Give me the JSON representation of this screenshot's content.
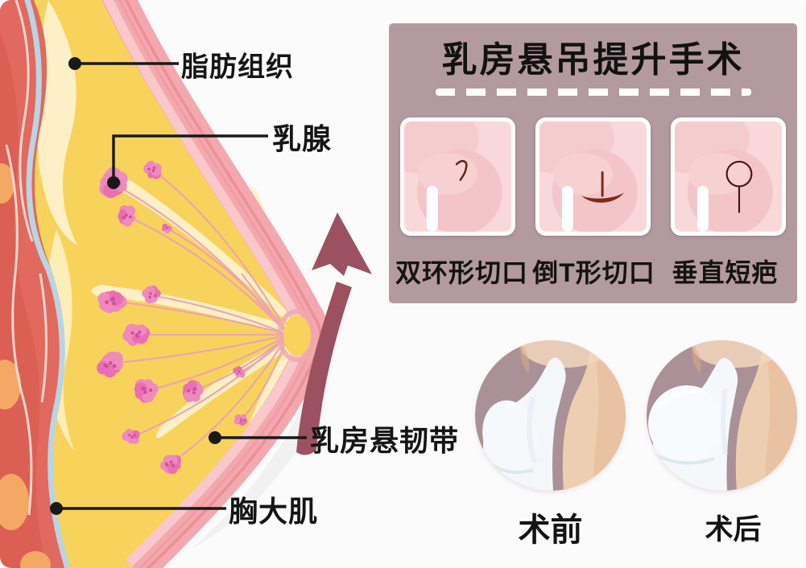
{
  "anatomy": {
    "fat_label": "脂肪组织",
    "gland_label": "乳腺",
    "ligament_label": "乳房悬韧带",
    "muscle_label": "胸大肌"
  },
  "panel": {
    "title": "乳房悬吊提升手术",
    "incisions": [
      {
        "label": "双环形切口",
        "type": "double-ring-incision"
      },
      {
        "label": "倒T形切口",
        "type": "inverted-T-incision"
      },
      {
        "label": "垂直短疤",
        "type": "vertical-short-scar"
      }
    ]
  },
  "comparison": {
    "before": "术前",
    "after": "术后"
  },
  "colors": {
    "panel_bg": "#b29aa0",
    "skin_band_pink": "#f3a8ad",
    "fat_yellow": "#f7d35c",
    "gland_pink": "#ef8abc",
    "muscle_red": "#e1695d",
    "fascia_blue": "#b9d4e4",
    "arrow_maroon": "#9c5160",
    "incision_dark": "#6e2316",
    "text_black": "#141414"
  }
}
